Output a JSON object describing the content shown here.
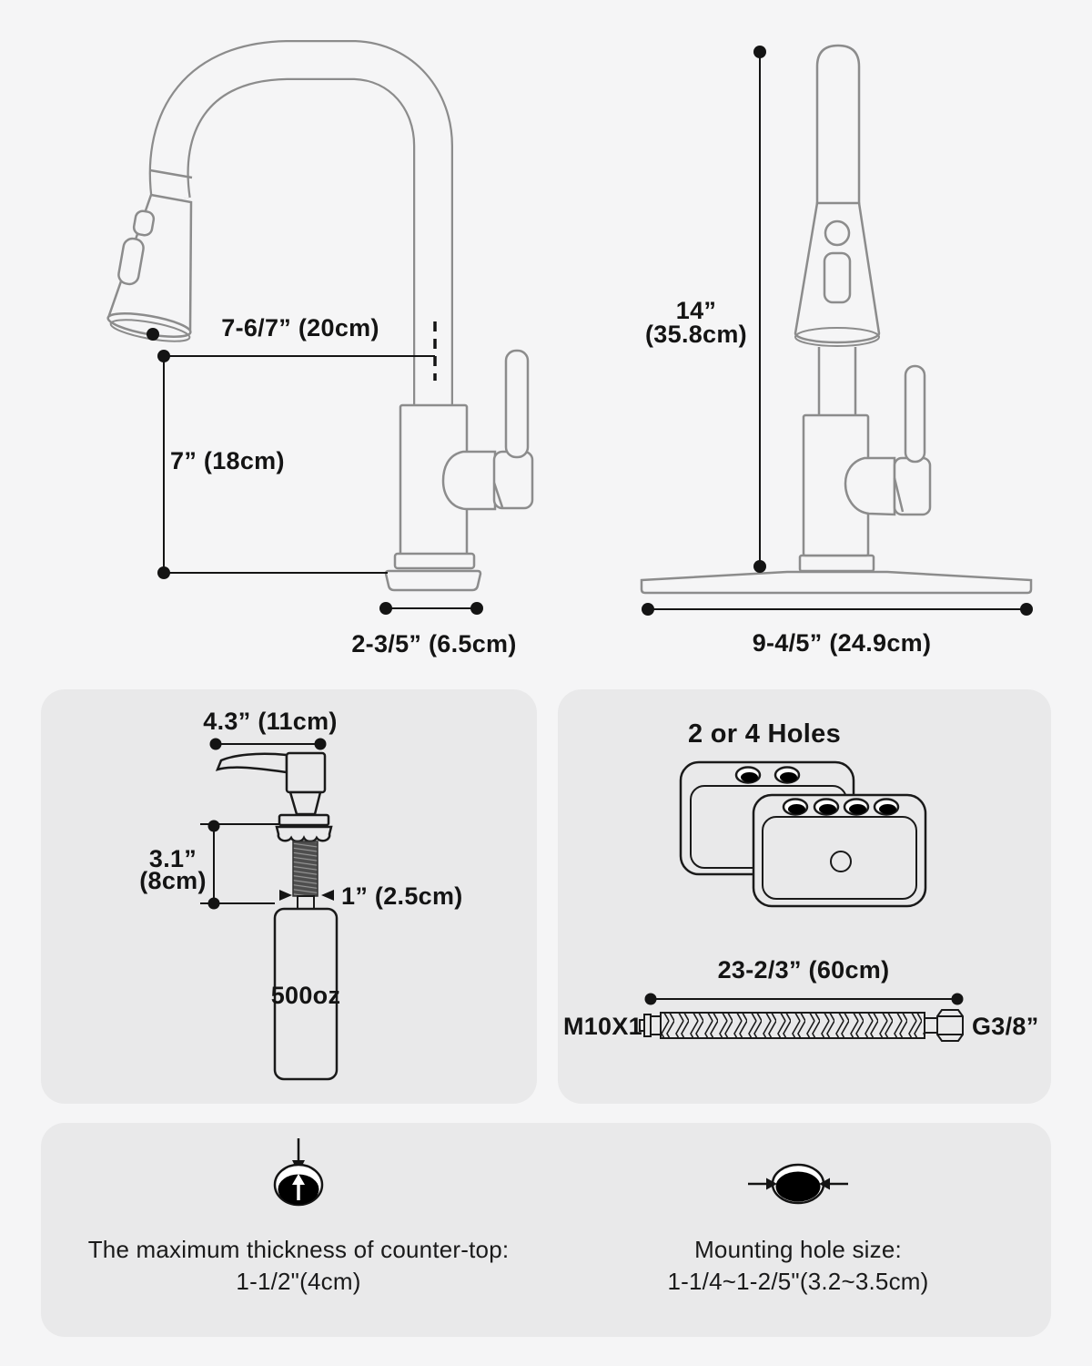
{
  "colors": {
    "page_bg": "#f5f5f6",
    "panel_bg": "#e9e9ea",
    "faucet_line": "#8c8c8c",
    "ink": "#141414",
    "thread_fill": "#4e4e4e"
  },
  "side_view": {
    "reach": "7-6/7” (20cm)",
    "height": "7” (18cm)",
    "base_width": "2-3/5” (6.5cm)"
  },
  "front_view": {
    "height_in": "14”",
    "height_cm": "(35.8cm)",
    "plate_width": "9-4/5” (24.9cm)"
  },
  "dispenser": {
    "width": "4.3” (11cm)",
    "thread_height_in": "3.1”",
    "thread_height_cm": "(8cm)",
    "thread_diameter": "1” (2.5cm)",
    "bottle_capacity": "500oz"
  },
  "holes": {
    "title": "2 or 4 Holes"
  },
  "hose": {
    "length": "23-2/3” (60cm)",
    "left_fitting": "M10X1",
    "right_fitting": "G3/8”"
  },
  "footer": {
    "countertop_label": "The maximum thickness of counter-top:",
    "countertop_value": "1-1/2\"(4cm)",
    "hole_label": "Mounting hole size:",
    "hole_value": "1-1/4~1-2/5\"(3.2~3.5cm)"
  }
}
